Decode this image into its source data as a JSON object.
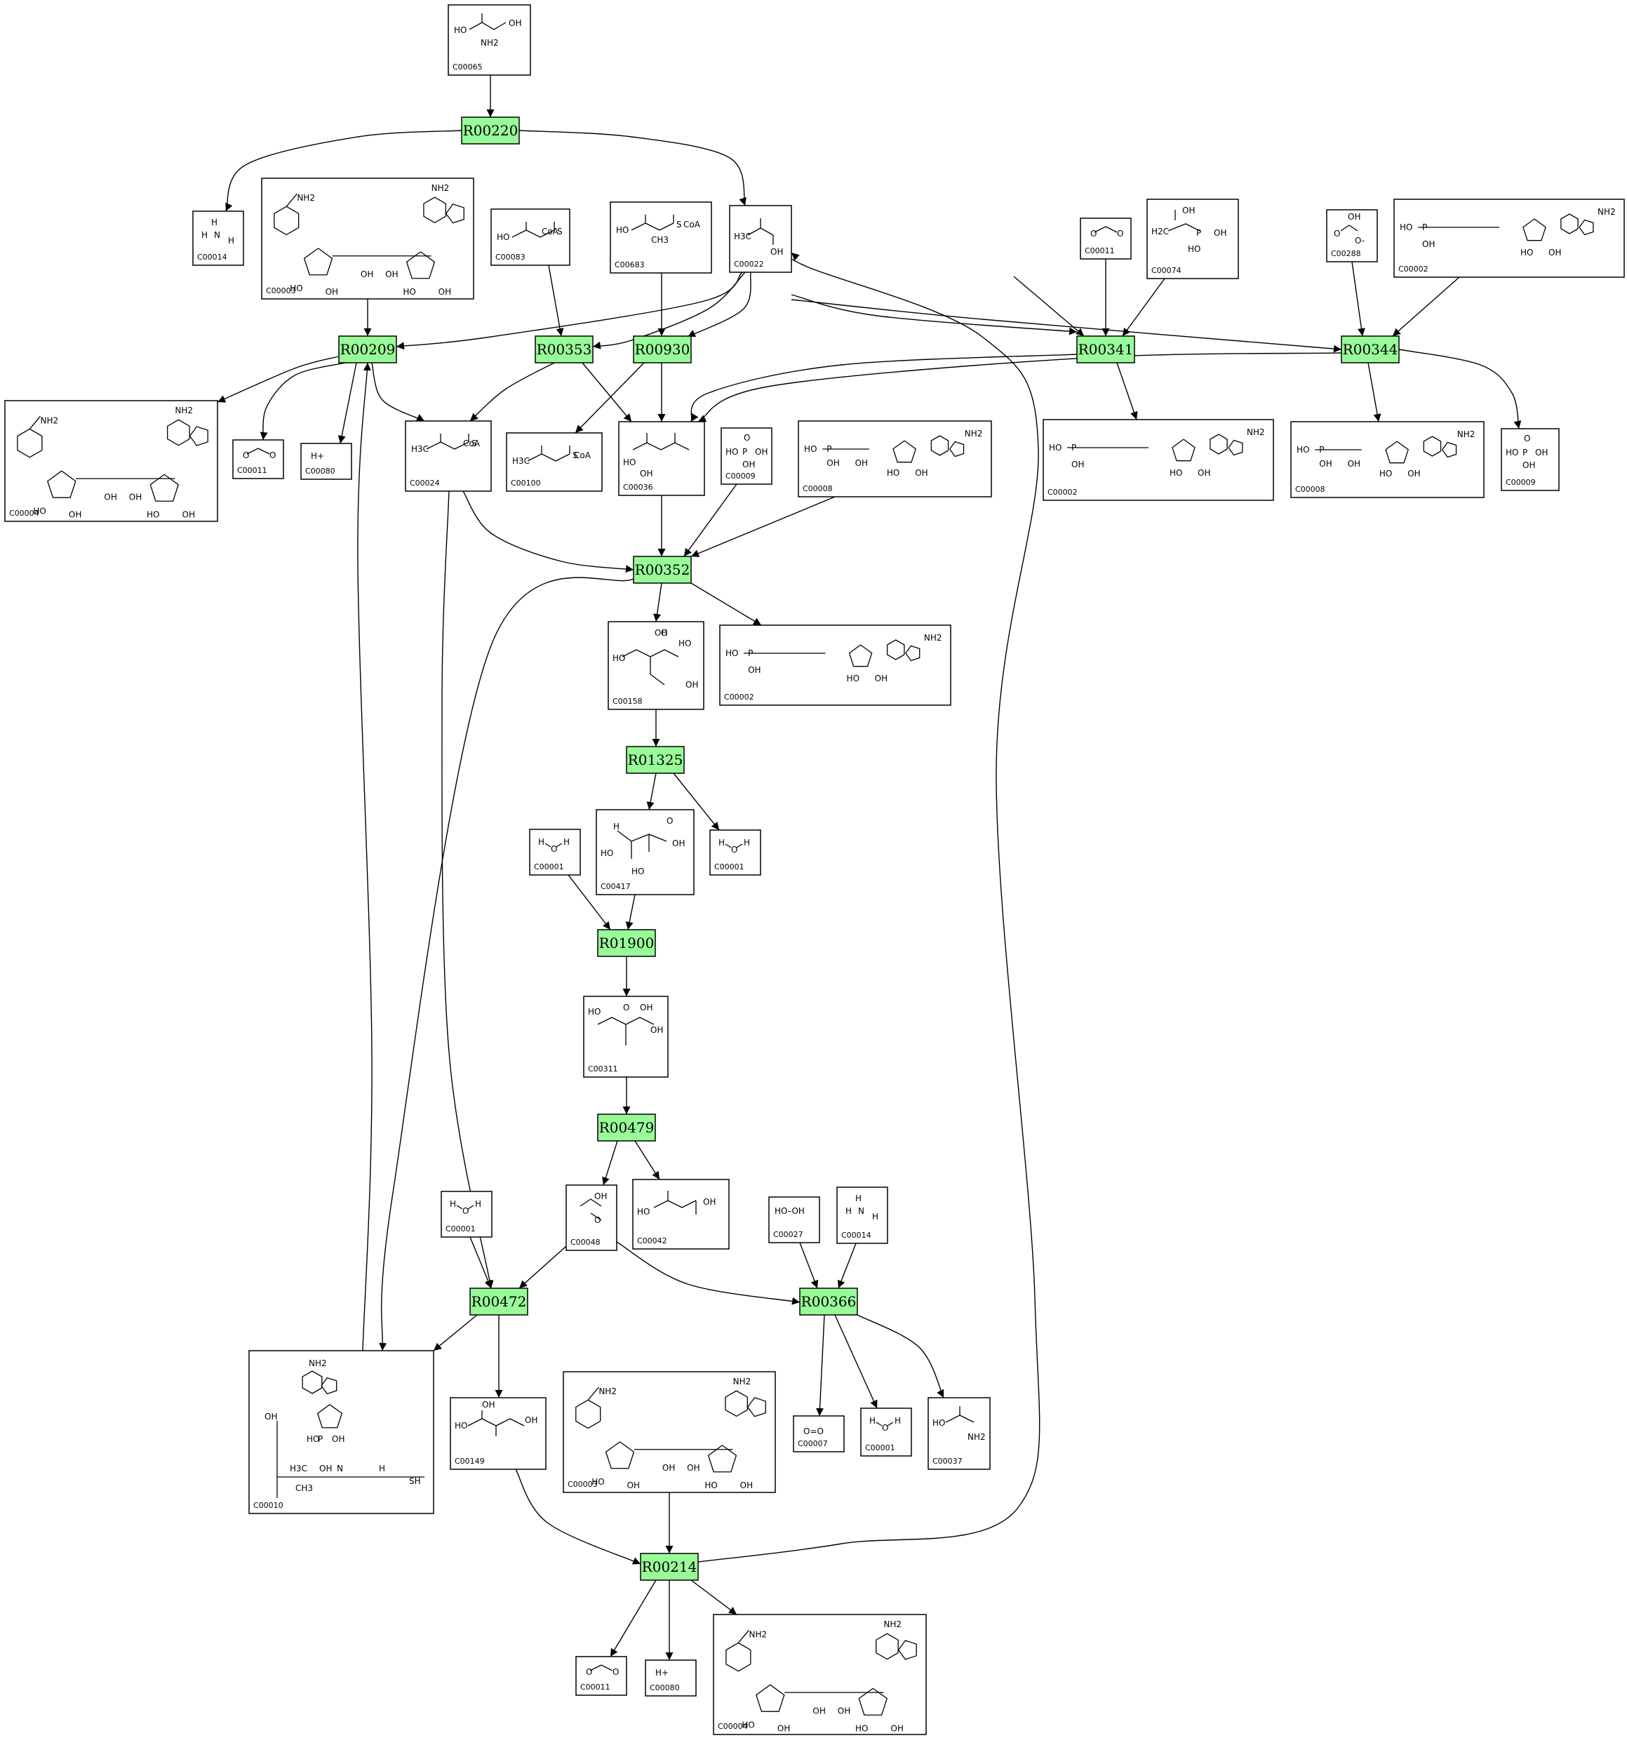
{
  "reactions": [
    {
      "id": "R00220",
      "label": "R00220"
    },
    {
      "id": "R00209",
      "label": "R00209"
    },
    {
      "id": "R00353",
      "label": "R00353"
    },
    {
      "id": "R00930",
      "label": "R00930"
    },
    {
      "id": "R00341",
      "label": "R00341"
    },
    {
      "id": "R00344",
      "label": "R00344"
    },
    {
      "id": "R00352",
      "label": "R00352"
    },
    {
      "id": "R01325",
      "label": "R01325"
    },
    {
      "id": "R01900",
      "label": "R01900"
    },
    {
      "id": "R00479",
      "label": "R00479"
    },
    {
      "id": "R00472",
      "label": "R00472"
    },
    {
      "id": "R00366",
      "label": "R00366"
    },
    {
      "id": "R00214",
      "label": "R00214"
    }
  ],
  "compounds": [
    {
      "key": "c00065",
      "label": "C00065",
      "struct": "serine",
      "atoms": [
        "HO",
        "OH",
        "NH2"
      ]
    },
    {
      "key": "c00014a",
      "label": "C00014",
      "struct": "ammonia",
      "atoms": [
        "H",
        "H",
        "N",
        "H"
      ]
    },
    {
      "key": "c00003a",
      "label": "C00003",
      "struct": "nad",
      "atoms": [
        "NH2",
        "NH2",
        "OH",
        "OH",
        "HO",
        "OH",
        "HO",
        "OH"
      ]
    },
    {
      "key": "c00083",
      "label": "C00083",
      "struct": "thioester",
      "atoms": [
        "HO",
        "S",
        "CoA"
      ]
    },
    {
      "key": "c00683",
      "label": "C00683",
      "struct": "thioester",
      "atoms": [
        "HO",
        "S",
        "CoA",
        "CH3"
      ]
    },
    {
      "key": "c00022",
      "label": "C00022",
      "struct": "pyruvate",
      "atoms": [
        "H3C",
        "OH"
      ]
    },
    {
      "key": "c00008",
      "label": "C00008",
      "struct": "adp",
      "atoms": [
        "HO",
        "P",
        "OH",
        "OH",
        "NH2",
        "HO",
        "OH"
      ]
    },
    {
      "key": "c00011a",
      "label": "C00011",
      "struct": "co2",
      "atoms": [
        "O",
        "C",
        "O"
      ]
    },
    {
      "key": "c00074",
      "label": "C00074",
      "struct": "pep",
      "atoms": [
        "OH",
        "H2C",
        "O",
        "P",
        "OH",
        "HO"
      ]
    },
    {
      "key": "c00288",
      "label": "C00288",
      "struct": "bicarbonate",
      "atoms": [
        "OH",
        "O",
        "O-"
      ]
    },
    {
      "key": "c00002a",
      "label": "C00002",
      "struct": "atp",
      "atoms": [
        "HO",
        "P",
        "OH",
        "NH2",
        "HO",
        "OH"
      ]
    },
    {
      "key": "c00004a",
      "label": "C00004",
      "struct": "nad",
      "atoms": [
        "NH2",
        "NH2",
        "OH",
        "OH",
        "HO",
        "OH",
        "HO",
        "OH"
      ]
    },
    {
      "key": "c00011b",
      "label": "C00011",
      "struct": "co2",
      "atoms": [
        "O",
        "C",
        "O"
      ]
    },
    {
      "key": "c00080a",
      "label": "C00080",
      "struct": "proton",
      "atoms": [
        "H+"
      ]
    },
    {
      "key": "c00024",
      "label": "C00024",
      "struct": "thioester",
      "atoms": [
        "H3C",
        "S",
        "CoA"
      ]
    },
    {
      "key": "c00100",
      "label": "C00100",
      "struct": "thioester",
      "atoms": [
        "H3C",
        "S",
        "CoA"
      ]
    },
    {
      "key": "c00036",
      "label": "C00036",
      "struct": "oxaloacetate",
      "atoms": [
        "HO",
        "OH"
      ]
    },
    {
      "key": "c00009a",
      "label": "C00009",
      "struct": "phosphate",
      "atoms": [
        "HO",
        "P",
        "OH",
        "OH",
        "O"
      ]
    },
    {
      "key": "c00008b",
      "label": "C00008",
      "struct": "adp",
      "atoms": [
        "HO",
        "P",
        "OH",
        "OH",
        "NH2",
        "HO",
        "OH"
      ]
    },
    {
      "key": "c00002b",
      "label": "C00002",
      "struct": "atp",
      "atoms": [
        "HO",
        "P",
        "OH",
        "NH2",
        "HO",
        "OH"
      ]
    },
    {
      "key": "c00008c",
      "label": "C00008",
      "struct": "adp",
      "atoms": [
        "HO",
        "P",
        "OH",
        "OH",
        "NH2",
        "HO",
        "OH"
      ]
    },
    {
      "key": "c00009b",
      "label": "C00009",
      "struct": "phosphate",
      "atoms": [
        "HO",
        "P",
        "OH",
        "OH",
        "O"
      ]
    },
    {
      "key": "c00158",
      "label": "C00158",
      "struct": "citrate",
      "atoms": [
        "HO",
        "OH",
        "HO",
        "OH",
        "O"
      ]
    },
    {
      "key": "c00002c",
      "label": "C00002",
      "struct": "atp",
      "atoms": [
        "HO",
        "P",
        "OH",
        "NH2",
        "HO",
        "OH"
      ]
    },
    {
      "key": "c00001a",
      "label": "C00001",
      "struct": "water",
      "atoms": [
        "H",
        "O",
        "H"
      ]
    },
    {
      "key": "c00417",
      "label": "C00417",
      "struct": "aconitate",
      "atoms": [
        "H",
        "OH",
        "HO",
        "HO",
        "O"
      ]
    },
    {
      "key": "c00001b",
      "label": "C00001",
      "struct": "water",
      "atoms": [
        "H",
        "O",
        "H"
      ]
    },
    {
      "key": "c00311",
      "label": "C00311",
      "struct": "isocitrate",
      "atoms": [
        "HO",
        "OH",
        "OH",
        "O"
      ]
    },
    {
      "key": "c00048",
      "label": "C00048",
      "struct": "glyoxylate",
      "atoms": [
        "OH",
        "O"
      ]
    },
    {
      "key": "c00042",
      "label": "C00042",
      "struct": "succinate",
      "atoms": [
        "HO",
        "OH"
      ]
    },
    {
      "key": "c00001c",
      "label": "C00001",
      "struct": "water",
      "atoms": [
        "H",
        "O",
        "H"
      ]
    },
    {
      "key": "c00027",
      "label": "C00027",
      "struct": "peroxide",
      "atoms": [
        "HO–OH"
      ]
    },
    {
      "key": "c00014b",
      "label": "C00014",
      "struct": "ammonia",
      "atoms": [
        "H",
        "H",
        "N",
        "H"
      ]
    },
    {
      "key": "c00010",
      "label": "C00010",
      "struct": "coa",
      "atoms": [
        "NH2",
        "OH",
        "HO",
        "P",
        "OH",
        "H3C",
        "CH3",
        "OH",
        "N",
        "H",
        "SH"
      ]
    },
    {
      "key": "c00149",
      "label": "C00149",
      "struct": "malate",
      "atoms": [
        "HO",
        "OH",
        "OH"
      ]
    },
    {
      "key": "c00003b",
      "label": "C00003",
      "struct": "nad",
      "atoms": [
        "NH2",
        "NH2",
        "OH",
        "OH",
        "HO",
        "OH",
        "HO",
        "OH"
      ]
    },
    {
      "key": "c00007",
      "label": "C00007",
      "struct": "oxygen",
      "atoms": [
        "O=O"
      ]
    },
    {
      "key": "c00001d",
      "label": "C00001",
      "struct": "water",
      "atoms": [
        "H",
        "O",
        "H"
      ]
    },
    {
      "key": "c00037",
      "label": "C00037",
      "struct": "glycine",
      "atoms": [
        "HO",
        "NH2"
      ]
    },
    {
      "key": "c00011c",
      "label": "C00011",
      "struct": "co2",
      "atoms": [
        "O",
        "C",
        "O"
      ]
    },
    {
      "key": "c00080b",
      "label": "C00080",
      "struct": "proton",
      "atoms": [
        "H+"
      ]
    },
    {
      "key": "c00004b",
      "label": "C00004",
      "struct": "nad",
      "atoms": [
        "NH2",
        "NH2",
        "OH",
        "OH",
        "HO",
        "OH",
        "HO",
        "OH"
      ]
    }
  ],
  "edges": [
    [
      "c00065",
      "R00220"
    ],
    [
      "R00220",
      "c00014a"
    ],
    [
      "R00220",
      "c00022"
    ],
    [
      "c00003a",
      "R00209"
    ],
    [
      "c00022",
      "R00209"
    ],
    [
      "c00010",
      "R00209"
    ],
    [
      "R00209",
      "c00004a"
    ],
    [
      "R00209",
      "c00011b"
    ],
    [
      "R00209",
      "c00080a"
    ],
    [
      "R00209",
      "c00024"
    ],
    [
      "c00083",
      "R00353"
    ],
    [
      "c00022",
      "R00353"
    ],
    [
      "R00353",
      "c00024"
    ],
    [
      "R00353",
      "c00036"
    ],
    [
      "c00683",
      "R00930"
    ],
    [
      "c00022",
      "R00930"
    ],
    [
      "R00930",
      "c00100"
    ],
    [
      "R00930",
      "c00036"
    ],
    [
      "c00008a",
      "R00341"
    ],
    [
      "c00011a",
      "R00341"
    ],
    [
      "c00074",
      "R00341"
    ],
    [
      "c00022",
      "R00341"
    ],
    [
      "R00341",
      "c00002b"
    ],
    [
      "R00341",
      "c00036"
    ],
    [
      "c00288",
      "R00344"
    ],
    [
      "c00002a",
      "R00344"
    ],
    [
      "c00022",
      "R00344"
    ],
    [
      "R00344",
      "c00008c"
    ],
    [
      "R00344",
      "c00009b"
    ],
    [
      "R00344",
      "c00036"
    ],
    [
      "c00036",
      "R00352"
    ],
    [
      "c00009a",
      "R00352"
    ],
    [
      "c00008b",
      "R00352"
    ],
    [
      "c00024",
      "R00352"
    ],
    [
      "R00352",
      "c00158"
    ],
    [
      "R00352",
      "c00002c"
    ],
    [
      "R00352",
      "c00010"
    ],
    [
      "c00158",
      "R01325"
    ],
    [
      "R01325",
      "c00417"
    ],
    [
      "R01325",
      "c00001b"
    ],
    [
      "c00417",
      "R01900"
    ],
    [
      "c00001a",
      "R01900"
    ],
    [
      "R01900",
      "c00311"
    ],
    [
      "c00311",
      "R00479"
    ],
    [
      "R00479",
      "c00048"
    ],
    [
      "R00479",
      "c00042"
    ],
    [
      "c00048",
      "R00472"
    ],
    [
      "c00001c",
      "R00472"
    ],
    [
      "c00024",
      "R00472"
    ],
    [
      "R00472",
      "c00010"
    ],
    [
      "R00472",
      "c00149"
    ],
    [
      "c00048",
      "R00366"
    ],
    [
      "c00027",
      "R00366"
    ],
    [
      "c00014b",
      "R00366"
    ],
    [
      "R00366",
      "c00007"
    ],
    [
      "R00366",
      "c00001d"
    ],
    [
      "R00366",
      "c00037"
    ],
    [
      "c00149",
      "R00214"
    ],
    [
      "c00003b",
      "R00214"
    ],
    [
      "R00214",
      "c00011c"
    ],
    [
      "R00214",
      "c00080b"
    ],
    [
      "R00214",
      "c00004b"
    ],
    [
      "R00214",
      "c00022"
    ]
  ]
}
